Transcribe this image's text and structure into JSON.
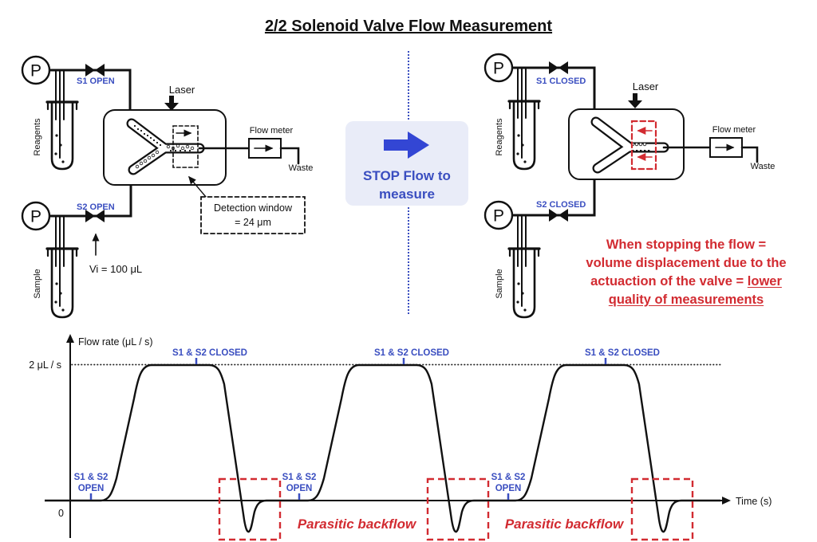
{
  "title": "2/2 Solenoid Valve Flow Measurement",
  "shared": {
    "pressure_label": "P"
  },
  "left": {
    "valve1_state": "S1 OPEN",
    "valve2_state": "S2 OPEN",
    "reservoir1": "Reagents",
    "reservoir2": "Sample",
    "laser": "Laser",
    "flow_meter": "Flow meter",
    "waste": "Waste",
    "detection_window_line1": "Detection window",
    "detection_window_line2": "= 24 μm",
    "injection_volume": "Vi = 100 μL"
  },
  "stop": {
    "line1": "STOP Flow to",
    "line2": "measure"
  },
  "right": {
    "valve1_state": "S1 CLOSED",
    "valve2_state": "S2 CLOSED",
    "reservoir1": "Reagents",
    "reservoir2": "Sample",
    "laser": "Laser",
    "flow_meter": "Flow meter",
    "waste": "Waste",
    "note_line1": "When stopping the flow =",
    "note_line2": "volume displacement due to the",
    "note_line3_normal": "actuaction of the valve = ",
    "note_line3_underline": "lower",
    "note_line4_underline": "quality of measurements"
  },
  "graph": {
    "y_axis_label": "Flow rate (μL / s)",
    "x_axis_label": "Time (s)",
    "y_max_label": "2 μL / s",
    "zero_label": "0",
    "closed_label": "S1 & S2 CLOSED",
    "open_line1": "S1 & S2",
    "open_line2": "OPEN",
    "backflow_label": "Parasitic backflow"
  },
  "colors": {
    "accent_blue": "#3a4ec0",
    "stop_arrow_blue": "#3346d4",
    "stop_box_bg": "#e9ecf8",
    "alert_red": "#d22b31",
    "line_black": "#111111"
  },
  "chart_data": {
    "type": "line",
    "title": "Flow rate vs time for repeated 2/2 solenoid valve cycles",
    "xlabel": "Time (s)",
    "ylabel": "Flow rate (μL / s)",
    "ylim": [
      -0.35,
      2.3
    ],
    "grid": false,
    "plateau_value": 2,
    "plateau_reference_label": "2 μL / s",
    "series": [
      {
        "name": "Flow rate",
        "x_relative": [
          0,
          1,
          1.8,
          2.9,
          3.4,
          3.55,
          3.8,
          4.5,
          5.5,
          6.3,
          7.4,
          7.9,
          8.05,
          8.3,
          9.0,
          10.0,
          10.8,
          11.9,
          12.4,
          12.55,
          12.8,
          13.5
        ],
        "y": [
          0,
          0,
          2,
          2,
          -0.3,
          0,
          0,
          0,
          0,
          2,
          2,
          -0.3,
          0,
          0,
          0,
          0,
          2,
          2,
          -0.3,
          0,
          0,
          0
        ]
      }
    ],
    "annotations": [
      "S1 & S2 OPEN marked at the start of each of the 3 ramps",
      "S1 & S2 CLOSED marked above each of the 3 plateaus at 2 μL/s",
      "Negative undershoot after each closing framed by red dashed boxes",
      "Parasitic backflow labels between the first/second and second/third boxes"
    ],
    "legend_position": "none"
  }
}
